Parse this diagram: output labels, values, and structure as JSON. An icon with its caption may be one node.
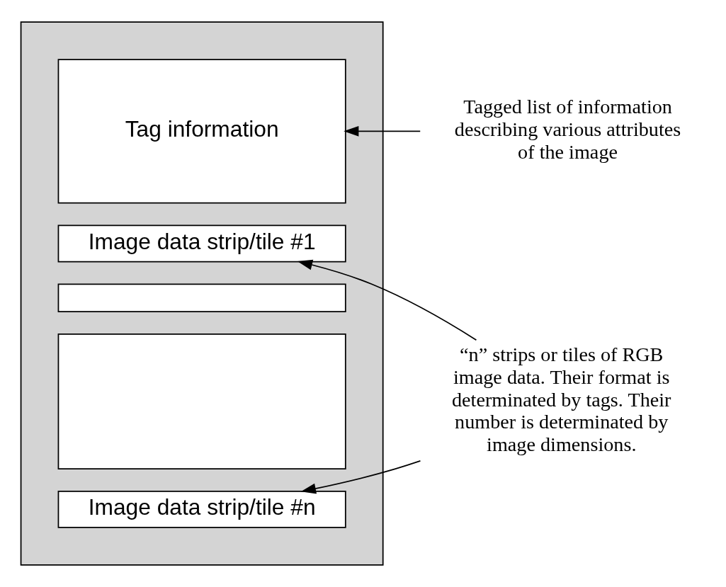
{
  "diagram": {
    "nodes": [
      {
        "text": [],
        "shape": "box"
      },
      {
        "text": [
          "Tag information"
        ],
        "in": 0
      },
      {
        "text": [
          "Image data strip/tile #1"
        ],
        "in": 0
      },
      {
        "text": [],
        "shape": "box",
        "in": 0
      },
      {
        "text": [],
        "shape": "box",
        "in": 0
      },
      {
        "text": [
          "Image data strip/tile #n"
        ],
        "in": 0
      },
      {
        "text": [
          "Tagged list of information describing various attributes of the image"
        ]
      },
      {
        "text": [
          "“n” strips or tiles of RGB image data. Their format is determinated by tags. Their number is determinated by image dimensions."
        ]
      }
    ],
    "edges": [
      {
        "from": 6,
        "to": 1,
        "arrow": "to"
      },
      {
        "from": 7,
        "to": 2,
        "arrow": "to"
      },
      {
        "from": 7,
        "to": 5,
        "arrow": "to"
      }
    ]
  }
}
